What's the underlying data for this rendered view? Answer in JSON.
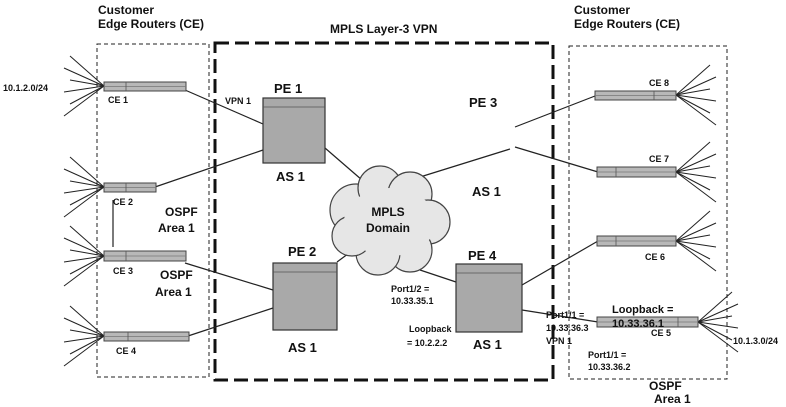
{
  "diagram": {
    "title": "MPLS Layer-3 VPN",
    "left_group_title_1": "Customer",
    "left_group_title_2": "Edge Routers (CE)",
    "right_group_title_1": "Customer",
    "right_group_title_2": "Edge Routers (CE)",
    "ce_routers": {
      "ce1": "CE 1",
      "ce2": "CE 2",
      "ce3": "CE 3",
      "ce4": "CE 4",
      "ce5": "CE 5",
      "ce6": "CE 6",
      "ce7": "CE 7",
      "ce8": "CE 8"
    },
    "pe_routers": {
      "pe1": "PE 1",
      "pe2": "PE 2",
      "pe3": "PE 3",
      "pe4": "PE 4"
    },
    "as_labels": {
      "pe1": "AS 1",
      "pe2": "AS 1",
      "pe3": "AS 1",
      "pe4": "AS 1"
    },
    "cloud": {
      "line1": "MPLS",
      "line2": "Domain"
    },
    "ospf": {
      "left1_line1": "OSPF",
      "left1_line2": "Area 1",
      "left2_line1": "OSPF",
      "left2_line2": "Area 1",
      "right_line1": "OSPF",
      "right_line2": "Area 1"
    },
    "annotations": {
      "net_left": "10.1.2.0/24",
      "net_right": "10.1.3.0/24",
      "vpn1_left": "VPN 1",
      "pe4_port_line1": "Port1/2 =",
      "pe4_port_line2": "10.33.35.1",
      "pe4_loopback_line1": "Loopback",
      "pe4_loopback_line2": "= 10.2.2.2",
      "pe4_port11_line1": "Port1/1 =",
      "pe4_port11_line2": "10.33.36.3",
      "vpn1_right": "VPN 1",
      "ce5_loopback_line1": "Loopback =",
      "ce5_loopback_line2": "10.33.36.1",
      "ce5_port_line1": "Port1/1 =",
      "ce5_port_line2": "10.33.36.2"
    }
  }
}
